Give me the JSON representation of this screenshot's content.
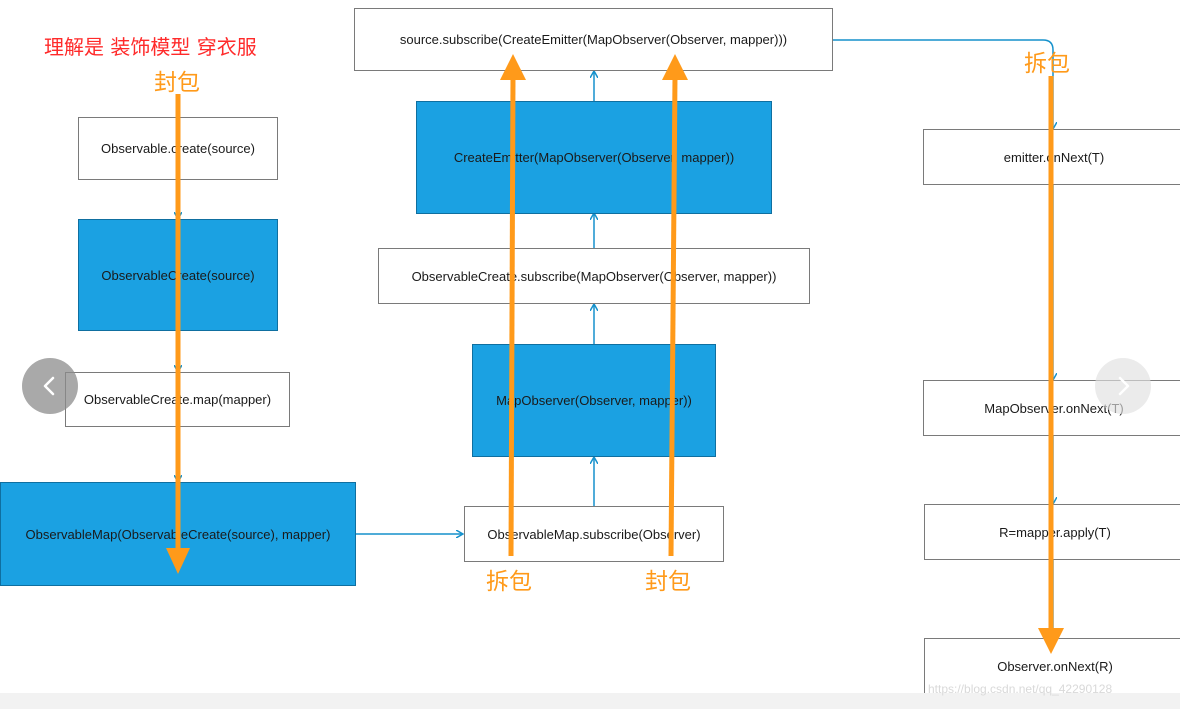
{
  "annotations": {
    "title": "理解是 装饰模型 穿衣服",
    "wrap_left": "封包",
    "unwrap_right": "拆包",
    "unwrap_bottom": "拆包",
    "wrap_bottom": "封包"
  },
  "left_column": {
    "create": "Observable.create(source)",
    "observable_create": "ObservableCreate(source)",
    "map_call": "ObservableCreate.map(mapper)",
    "observable_map": "ObservableMap(ObservableCreate(source), mapper)"
  },
  "middle_column": {
    "source_subscribe": "source.subscribe(CreateEmitter(MapObserver(Observer, mapper)))",
    "create_emitter": "CreateEmitter(MapObserver(Observer, mapper))",
    "create_subscribe": "ObservableCreate.subscribe(MapObserver(Observer, mapper))",
    "map_observer": "MapObserver(Observer, mapper))",
    "map_subscribe": "ObservableMap.subscribe(Observer)"
  },
  "right_column": {
    "emitter_onnext": "emitter.onNext(T)",
    "mapobserver_onnext": "MapObserver.onNext(T)",
    "mapper_apply": "R=mapper.apply(T)",
    "observer_onnext": "Observer.onNext(R)"
  },
  "watermark": "https://blog.csdn.net/qq_42290128",
  "colors": {
    "box_blue": "#1ba1e2",
    "connector": "#1591cc",
    "orange_arrow": "#ff9a1a",
    "red_text": "#ff2a2a"
  },
  "icons": {
    "prev": "chevron-left-icon",
    "next": "chevron-right-icon"
  }
}
